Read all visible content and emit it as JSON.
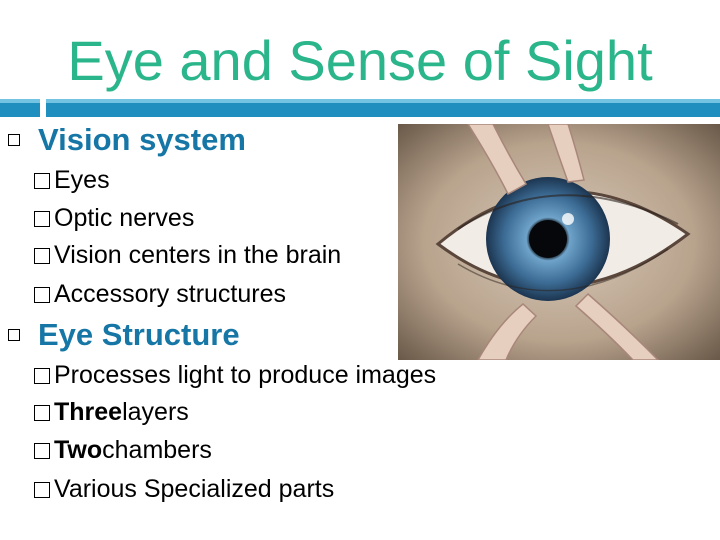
{
  "slide": {
    "title": "Eye and Sense of Sight",
    "sections": [
      {
        "heading": "Vision system",
        "items": [
          "Eyes",
          "Optic nerves",
          "Vision centers in the brain",
          "Accessory structures"
        ]
      },
      {
        "heading": "Eye Structure",
        "items": [
          {
            "bold": "",
            "text": "Processes light to produce images"
          },
          {
            "bold": "Three",
            "text": " layers"
          },
          {
            "bold": "Two",
            "text": " chambers"
          },
          {
            "bold": "",
            "text": "Various Specialized parts"
          }
        ]
      }
    ],
    "image": {
      "icon": "eye-photo",
      "colors": {
        "iris": "#2f5f8a",
        "accent": "#2ab58a",
        "bar": "#1e8fbf"
      }
    }
  }
}
